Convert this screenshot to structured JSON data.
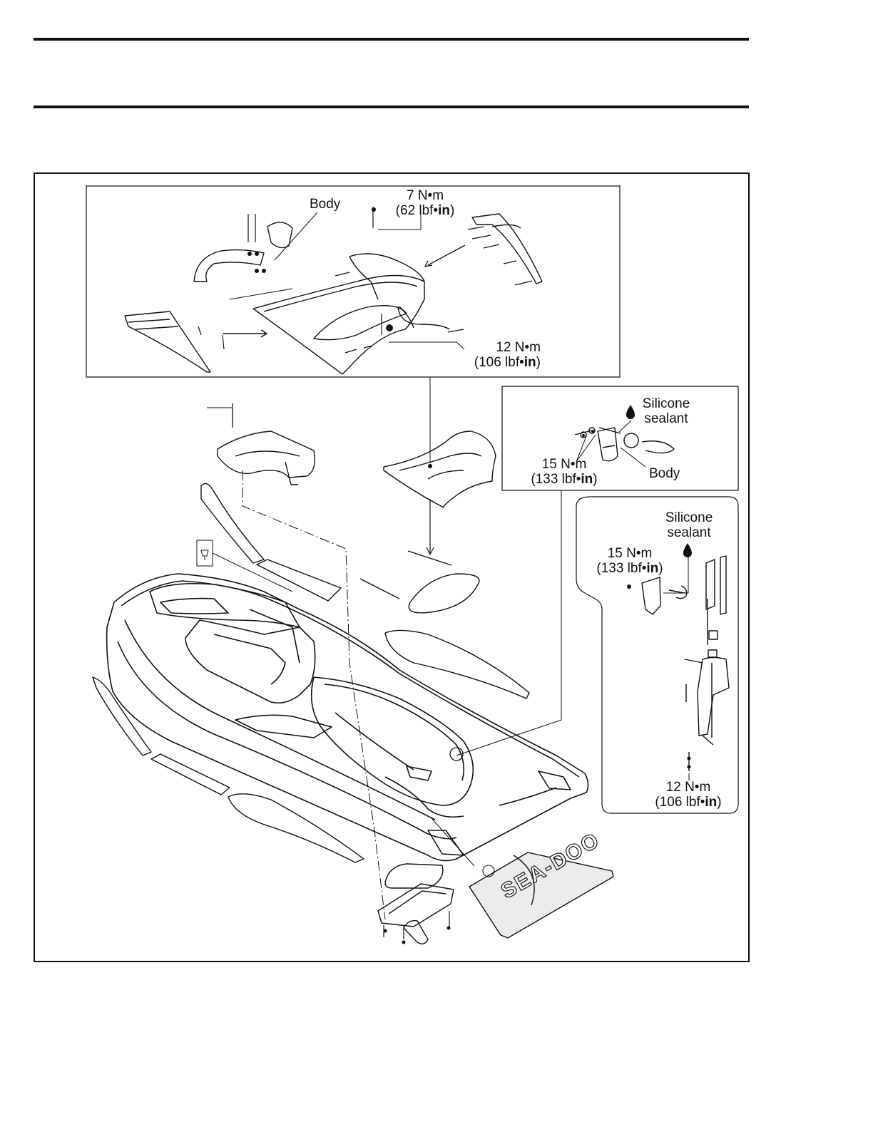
{
  "callouts": {
    "top_body": "Body",
    "top_torque_small": {
      "line1": "7 N•m",
      "line2_pre": "(62 lbf•",
      "line2_bold": "in",
      "line2_post": ")"
    },
    "top_torque_large": {
      "line1": "12 N•m",
      "line2_pre": "(106 lbf•",
      "line2_bold": "in",
      "line2_post": ")"
    },
    "right_sealant_1": {
      "line1": "Silicone",
      "line2": "sealant"
    },
    "right_torque_1": {
      "line1": "15 N•m",
      "line2_pre": "(133 lbf•",
      "line2_bold": "in",
      "line2_post": ")"
    },
    "right_body": "Body",
    "lower_sealant": {
      "line1": "Silicone",
      "line2": "sealant"
    },
    "lower_torque_1": {
      "line1": "15 N•m",
      "line2_pre": "(133 lbf•",
      "line2_bold": "in",
      "line2_post": ")"
    },
    "lower_torque_2": {
      "line1": "12 N•m",
      "line2_pre": "(106 lbf•",
      "line2_bold": "in",
      "line2_post": ")"
    }
  },
  "decal_logo": "SEA-DOO",
  "icons": {
    "sealant": "droplet-icon",
    "fastener": "bolt-icon"
  },
  "colors": {
    "ink": "#111111",
    "paper": "#ffffff",
    "shade": "#cfcfcf"
  }
}
